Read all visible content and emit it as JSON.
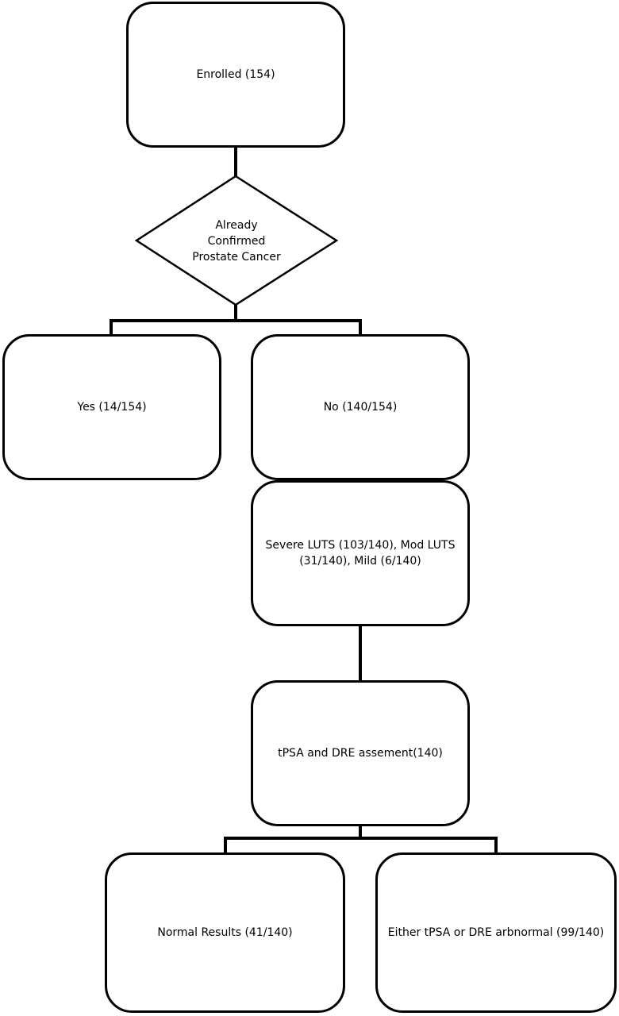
{
  "nodes": {
    "enrolled": "Enrolled (154)",
    "decision": [
      "Already",
      "Confirmed",
      "Prostate Cancer"
    ],
    "yes": "Yes (14/154)",
    "no": "No (140/154)",
    "luts": "Severe LUTS (103/140), Mod LUTS (31/140), Mild (6/140)",
    "assessment": "tPSA and DRE assement(140)",
    "normal": "Normal Results (41/140)",
    "abnormal": "Either tPSA or DRE arbnormal (99/140)"
  }
}
